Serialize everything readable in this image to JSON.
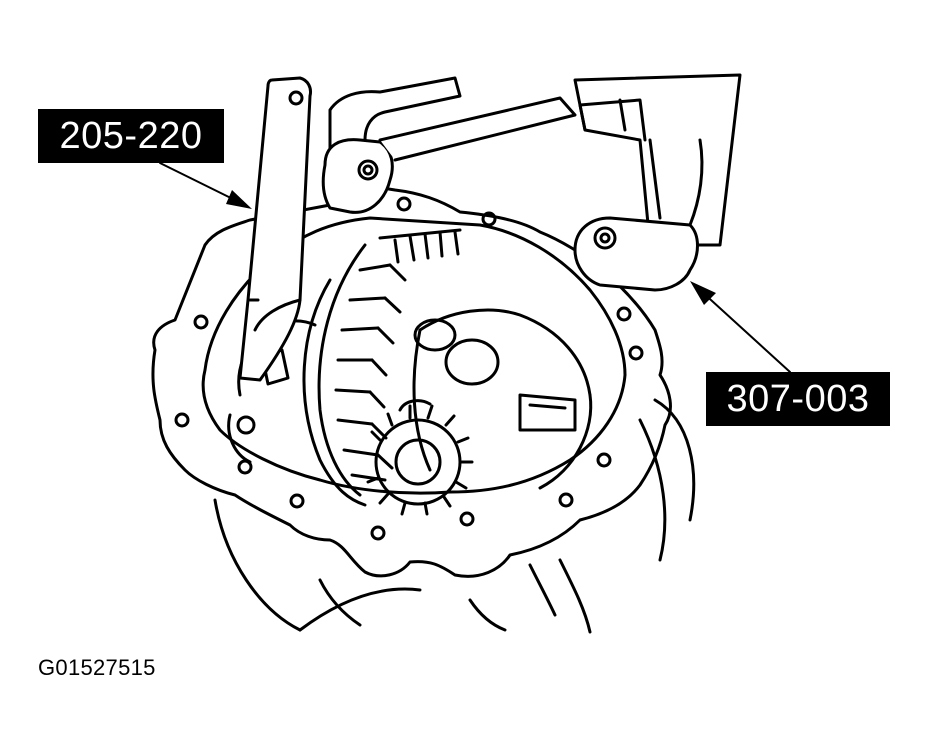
{
  "callouts": {
    "tool_205": "205-220",
    "tool_307": "307-003"
  },
  "figure_id": "G01527515",
  "colors": {
    "line": "#000000",
    "background": "#ffffff",
    "label_bg": "#000000",
    "label_text": "#ffffff"
  }
}
